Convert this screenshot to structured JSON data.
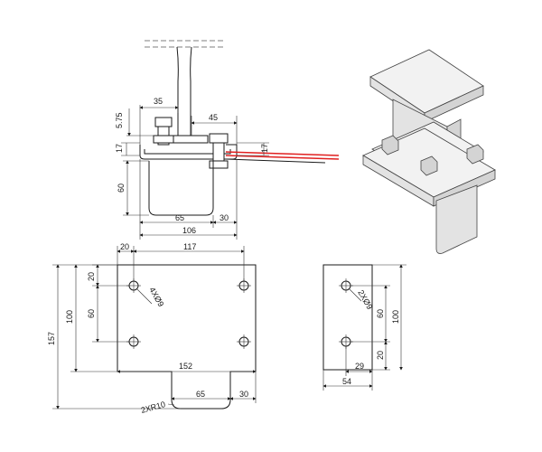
{
  "colors": {
    "line": "#1a1a1a",
    "wire_red": "#e02020",
    "wire_black": "#1a1a1a",
    "background": "#ffffff"
  },
  "front_view": {
    "dims": {
      "d35": "35",
      "d5_75": "5.75",
      "d45": "45",
      "d17_left": "17",
      "d17_right": "17",
      "d60": "60",
      "d65": "65",
      "d30": "30",
      "d106": "106"
    }
  },
  "plate_view": {
    "dims": {
      "d20_top": "20",
      "d117": "117",
      "d20_left": "20",
      "d60": "60",
      "d100": "100",
      "d157": "157",
      "hole_label": "4XØ9",
      "d152": "152",
      "d65": "65",
      "d30": "30",
      "radius_label": "2XR10"
    }
  },
  "side_plate_view": {
    "dims": {
      "hole_label": "2XØ9",
      "d60": "60",
      "d100": "100",
      "d20": "20",
      "d29": "29",
      "d54": "54"
    }
  }
}
